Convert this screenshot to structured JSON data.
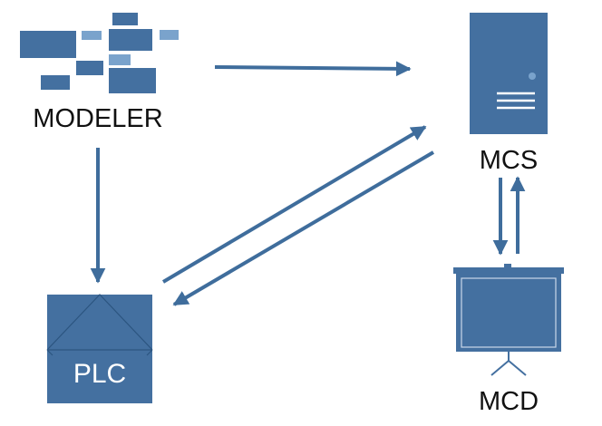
{
  "nodes": {
    "modeler": {
      "label": "MODELER",
      "icon": "modeler-blocks-icon"
    },
    "mcs": {
      "label": "MCS",
      "icon": "server-tower-icon"
    },
    "mcd": {
      "label": "MCD",
      "icon": "projector-screen-icon"
    },
    "plc": {
      "label": "PLC",
      "icon": "plc-box-icon"
    }
  },
  "edges": [
    {
      "from": "MODELER",
      "to": "MCS"
    },
    {
      "from": "MODELER",
      "to": "PLC"
    },
    {
      "from": "PLC",
      "to": "MCS"
    },
    {
      "from": "MCS",
      "to": "PLC"
    },
    {
      "from": "MCS",
      "to": "MCD"
    },
    {
      "from": "MCD",
      "to": "MCS"
    }
  ],
  "colors": {
    "primary": "#4470a0",
    "primary_light": "#7aa3cc",
    "arrow": "#3f6d9c",
    "screen_line": "#c9d8e8"
  }
}
